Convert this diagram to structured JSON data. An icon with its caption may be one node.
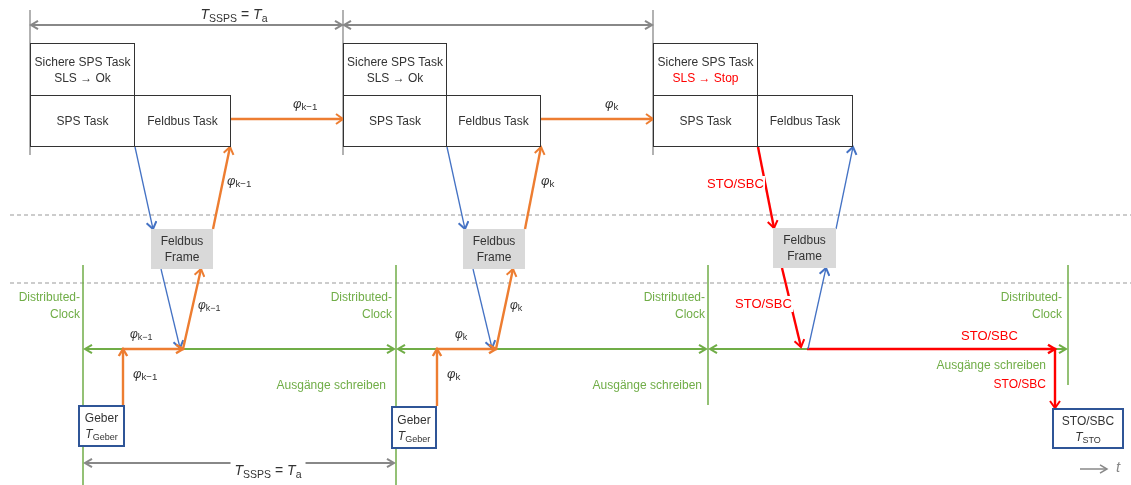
{
  "diagram": {
    "nodes": [
      {
        "text": [
          "Sichere SPS Task",
          "SLS → Ok"
        ]
      },
      {
        "text": [
          "SPS Task"
        ]
      },
      {
        "text": [
          "Feldbus Task"
        ]
      },
      {
        "text": [
          "Sichere SPS Task",
          "SLS → Ok"
        ]
      },
      {
        "text": [
          "SPS Task"
        ]
      },
      {
        "text": [
          "Feldbus Task"
        ]
      },
      {
        "text": [
          "Sichere SPS Task",
          "SLS → Stop"
        ]
      },
      {
        "text": [
          "SPS Task"
        ]
      },
      {
        "text": [
          "Feldbus Task"
        ]
      },
      {
        "text": [
          "Feldbus Frame"
        ]
      },
      {
        "text": [
          "Feldbus Frame"
        ]
      },
      {
        "text": [
          "Feldbus Frame"
        ]
      },
      {
        "text": [
          "Geber",
          "*T*$_{Geber}$"
        ]
      },
      {
        "text": [
          "Geber",
          "*T*$_{Geber}$"
        ]
      },
      {
        "text": [
          "STO/SBC",
          "*T*$_{STO}$"
        ]
      }
    ],
    "edges": [
      {
        "from": 1,
        "to": 9,
        "arrow": "to",
        "color": "#4472c4"
      },
      {
        "from": 9,
        "to": null,
        "arrow": "to",
        "color": "#4472c4"
      },
      {
        "from": 12,
        "to": 9,
        "arrow": "to",
        "label": "*φ*$_{k−1}$",
        "color": "#ed7d31"
      },
      {
        "from": 9,
        "to": 2,
        "arrow": "to",
        "label": "*φ*$_{k−1}$",
        "color": "#ed7d31"
      },
      {
        "from": 2,
        "to": 4,
        "arrow": "to",
        "label": "*φ*$_{k−1}$",
        "color": "#ed7d31"
      },
      {
        "from": 4,
        "to": 10,
        "arrow": "to",
        "color": "#4472c4"
      },
      {
        "from": 10,
        "to": null,
        "arrow": "to",
        "color": "#4472c4"
      },
      {
        "from": 13,
        "to": 10,
        "arrow": "to",
        "label": "*φ*$_{k}$",
        "color": "#ed7d31"
      },
      {
        "from": 10,
        "to": 5,
        "arrow": "to",
        "label": "*φ*$_{k}$",
        "color": "#ed7d31"
      },
      {
        "from": 5,
        "to": 7,
        "arrow": "to",
        "label": "*φ*$_{k}$",
        "color": "#ed7d31"
      },
      {
        "from": 7,
        "to": 11,
        "arrow": "to",
        "label": "STO/SBC",
        "color": "#ff0000"
      },
      {
        "from": 11,
        "to": null,
        "arrow": "to",
        "label": "STO/SBC",
        "color": "#ff0000"
      },
      {
        "from": null,
        "to": 14,
        "arrow": "to",
        "label": "STO/SBC",
        "color": "#ff0000"
      },
      {
        "from": null,
        "to": 11,
        "arrow": "to",
        "color": "#4472c4"
      },
      {
        "from": 11,
        "to": 8,
        "arrow": "to",
        "color": "#4472c4"
      }
    ],
    "labels": [
      "*T*$_{SSPS}$ = *T*$_{a}$",
      "Distributed- Clock",
      "Distributed- Clock",
      "Distributed- Clock",
      "Distributed- Clock",
      "*φ*$_{k−1}$",
      "*φ*$_{k}$",
      "*φ*$_{k−1}$",
      "*φ*$_{k}$",
      "Ausgänge schreiben",
      "Ausgänge schreiben",
      "Ausgänge schreiben",
      "STO/SBC",
      "*T*$_{SSPS}$ = *T*$_{a}$",
      "*t*"
    ]
  }
}
